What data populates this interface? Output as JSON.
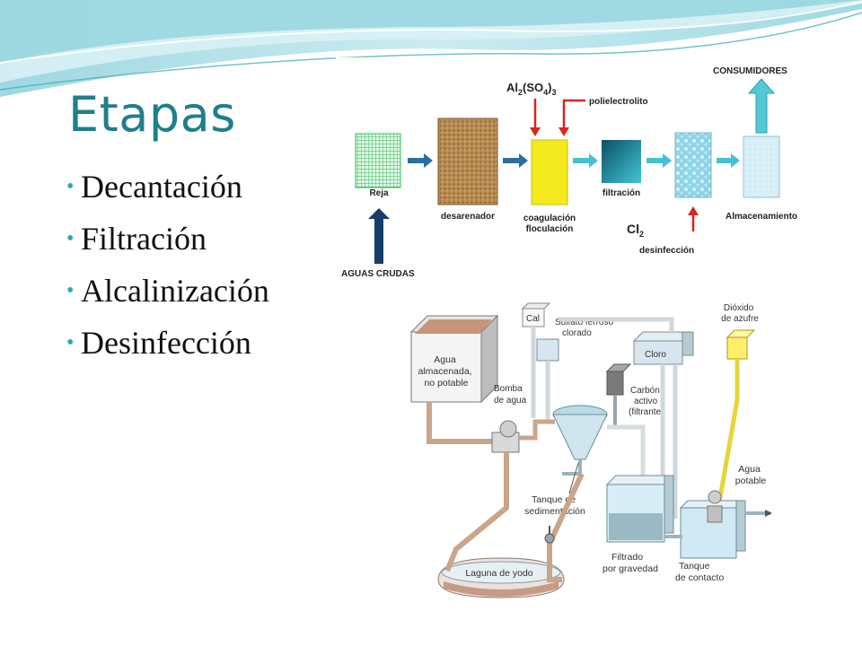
{
  "slide": {
    "title": "Etapas",
    "bullets": [
      "Decantación",
      "Filtración",
      "Alcalinización",
      "Desinfección"
    ]
  },
  "process_diagram": {
    "reagent_main": "Al",
    "reagent_sub1": "2",
    "reagent_mid": "(SO",
    "reagent_sub2": "4",
    "reagent_end": ")",
    "reagent_sub3": "3",
    "polyelectrolyte": "polielectrolito",
    "consumers": "CONSUMIDORES",
    "screen": "Reja",
    "sand_trap": "desarenador",
    "coag_line1": "coagulación",
    "coag_line2": "floculación",
    "filtration": "filtración",
    "storage": "Almacenamiento",
    "chlorine_main": "Cl",
    "chlorine_sub": "2",
    "disinfection": "desinfección",
    "raw_water": "AGUAS CRUDAS"
  },
  "plant_diagram": {
    "lime": "Cal",
    "ferrous_line1": "Sulfato ferroso",
    "ferrous_line2": "clorado",
    "chlorine": "Cloro",
    "so2_line1": "Dióxido",
    "so2_line2": "de azufre",
    "raw_line1": "Agua",
    "raw_line2": "almacenada,",
    "raw_line3": "no potable",
    "pump_line1": "Bomba",
    "pump_line2": "de agua",
    "carbon_line1": "Carbón",
    "carbon_line2": "activo",
    "carbon_line3": "(filtrante)",
    "potable_line1": "Agua",
    "potable_line2": "potable",
    "sed_line1": "Tanque de",
    "sed_line2": "sedimentación",
    "lagoon": "Laguna de yodo",
    "grav_line1": "Filtrado",
    "grav_line2": "por gravedad",
    "contact_line1": "Tanque",
    "contact_line2": "de contacto"
  },
  "colors": {
    "title": "#1f7f8c",
    "bullet_dot": "#2fa6b6",
    "arrow_blue": "#2a6fa3",
    "arrow_red": "#d8251f",
    "consumer_arrow": "#54c9d6",
    "coagulation_tank": "#f4ea1e",
    "screen_grid": "#2fbf5a",
    "pipe_brown": "#c9a58a",
    "pipe_yellow": "#e8d33a"
  }
}
